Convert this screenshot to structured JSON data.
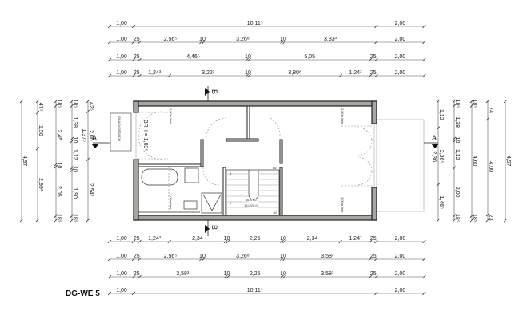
{
  "plan_title": "DG-WE 5",
  "colors": {
    "wall_fill": "#a9a5a1",
    "line": "#222222",
    "balcony": "#bbbbbb"
  },
  "horizontal_dims_top": [
    [
      {
        "label": "1,00",
        "m": 1.0
      },
      {
        "label": "10,11⁵",
        "m": 10.115
      },
      {
        "label": "2,00",
        "m": 2.0
      }
    ],
    [
      {
        "label": "1,00",
        "m": 1.0
      },
      {
        "label": "25",
        "m": 0.25
      },
      {
        "label": "2,56⁵",
        "m": 2.565
      },
      {
        "label": "10",
        "m": 0.1
      },
      {
        "label": "3,26⁸",
        "m": 3.268
      },
      {
        "label": "10",
        "m": 0.1
      },
      {
        "label": "3,83³",
        "m": 3.833
      },
      {
        "label": "2,00",
        "m": 2.0
      }
    ],
    [
      {
        "label": "1,00",
        "m": 1.0
      },
      {
        "label": "25",
        "m": 0.25
      },
      {
        "label": "4,46⁵",
        "m": 4.465
      },
      {
        "label": "10",
        "m": 0.1
      },
      {
        "label": "5,05",
        "m": 5.05
      },
      {
        "label": "25",
        "m": 0.25
      },
      {
        "label": "2,00",
        "m": 2.0
      }
    ],
    [
      {
        "label": "1,00",
        "m": 1.0
      },
      {
        "label": "25",
        "m": 0.25
      },
      {
        "label": "1,24³",
        "m": 1.243
      },
      {
        "label": "3,22³",
        "m": 3.223
      },
      {
        "label": "10",
        "m": 0.1
      },
      {
        "label": "3,80⁸",
        "m": 3.808
      },
      {
        "label": "1,24³",
        "m": 1.243
      },
      {
        "label": "25",
        "m": 0.25
      },
      {
        "label": "2,00",
        "m": 2.0
      }
    ]
  ],
  "horizontal_dims_bottom": [
    [
      {
        "label": "1,00",
        "m": 1.0
      },
      {
        "label": "25",
        "m": 0.25
      },
      {
        "label": "1,24³",
        "m": 1.243
      },
      {
        "label": "2,34",
        "m": 2.34
      },
      {
        "label": "10",
        "m": 0.1
      },
      {
        "label": "2,25",
        "m": 2.25
      },
      {
        "label": "10",
        "m": 0.1
      },
      {
        "label": "2,34",
        "m": 2.34
      },
      {
        "label": "1,24³",
        "m": 1.243
      },
      {
        "label": "25",
        "m": 0.25
      },
      {
        "label": "2,00",
        "m": 2.0
      }
    ],
    [
      {
        "label": "1,00",
        "m": 1.0
      },
      {
        "label": "25",
        "m": 0.25
      },
      {
        "label": "2,56⁵",
        "m": 2.565
      },
      {
        "label": "10",
        "m": 0.1
      },
      {
        "label": "3,26⁸",
        "m": 3.268
      },
      {
        "label": "10",
        "m": 0.1
      },
      {
        "label": "3,58³",
        "m": 3.583
      },
      {
        "label": "25",
        "m": 0.25
      },
      {
        "label": "2,00",
        "m": 2.0
      }
    ],
    [
      {
        "label": "1,00",
        "m": 1.0
      },
      {
        "label": "25",
        "m": 0.25
      },
      {
        "label": "3,58³",
        "m": 3.583
      },
      {
        "label": "10",
        "m": 0.1
      },
      {
        "label": "2,25",
        "m": 2.25
      },
      {
        "label": "10",
        "m": 0.1
      },
      {
        "label": "3,58³",
        "m": 3.583
      },
      {
        "label": "25",
        "m": 0.25
      },
      {
        "label": "2,00",
        "m": 2.0
      }
    ],
    [
      {
        "label": "1,00",
        "m": 1.0
      },
      {
        "label": "10,11⁵",
        "m": 10.115
      },
      {
        "label": "2,00",
        "m": 2.0
      }
    ]
  ],
  "vertical_dims_left": [
    [
      {
        "label": "4,97",
        "m": 4.97
      }
    ],
    [
      {
        "label": "47⁵",
        "m": 0.475
      },
      {
        "label": "1,50",
        "m": 1.5
      },
      {
        "label": "2,99³",
        "m": 2.993
      }
    ],
    [
      {
        "label": "18⁵",
        "m": 0.185
      },
      {
        "label": "2,45",
        "m": 2.45
      },
      {
        "label": "10",
        "m": 0.1
      },
      {
        "label": "2,05",
        "m": 2.05
      },
      {
        "label": "18⁵",
        "m": 0.185
      }
    ],
    [
      {
        "label": "18⁵",
        "m": 0.185
      },
      {
        "label": "1,38",
        "m": 1.38
      },
      {
        "label": "10",
        "m": 0.1
      },
      {
        "label": "1,12",
        "m": 1.12
      },
      {
        "label": "10",
        "m": 0.1
      },
      {
        "label": "1,90",
        "m": 1.9
      },
      {
        "label": "18⁵",
        "m": 0.185
      }
    ],
    [
      {
        "label": "42⁵",
        "m": 0.425
      },
      {
        "label": "2,00",
        "m": 2.0,
        "sub": "1,37⁵"
      },
      {
        "label": "2,54³",
        "m": 2.543
      }
    ]
  ],
  "vertical_dims_right": [
    [
      {
        "label": "1,12",
        "m": 1.12
      },
      {
        "label": "2,36⁵",
        "m": 2.365,
        "sub": "2,30"
      },
      {
        "label": "1,46⁵",
        "m": 1.485
      }
    ],
    [
      {
        "label": "18⁵",
        "m": 0.185
      },
      {
        "label": "1,38",
        "m": 1.38
      },
      {
        "label": "10",
        "m": 0.1
      },
      {
        "label": "1,12",
        "m": 1.12
      },
      {
        "label": "2,00",
        "m": 2.0
      },
      {
        "label": "18⁵",
        "m": 0.185
      }
    ],
    [
      {
        "label": "18⁵",
        "m": 0.185
      },
      {
        "label": "4,60",
        "m": 4.6
      },
      {
        "label": "18⁵",
        "m": 0.185
      }
    ],
    [
      {
        "label": "74",
        "m": 0.74
      },
      {
        "label": "4,00",
        "m": 4.0
      },
      {
        "label": "23",
        "m": 0.23
      }
    ],
    [
      {
        "label": "4,97",
        "m": 4.97
      }
    ]
  ],
  "annotations": {
    "glasvordach": "GLASVORDACH",
    "brh": "BRH = 1,03⁵",
    "line_200_a": "2,00m linie",
    "line_200_b": "2,00m linie",
    "line_200_c": "2,00m linie",
    "line_200_d": "2,00m linie",
    "stair_steps": "16 STG",
    "stair_ratio": "18,0/26,0",
    "stair_num_top": "16",
    "stair_num_1": "1",
    "stair_num_5": "5",
    "stair_num_10": "10",
    "section_a": "A",
    "section_b": "B"
  }
}
